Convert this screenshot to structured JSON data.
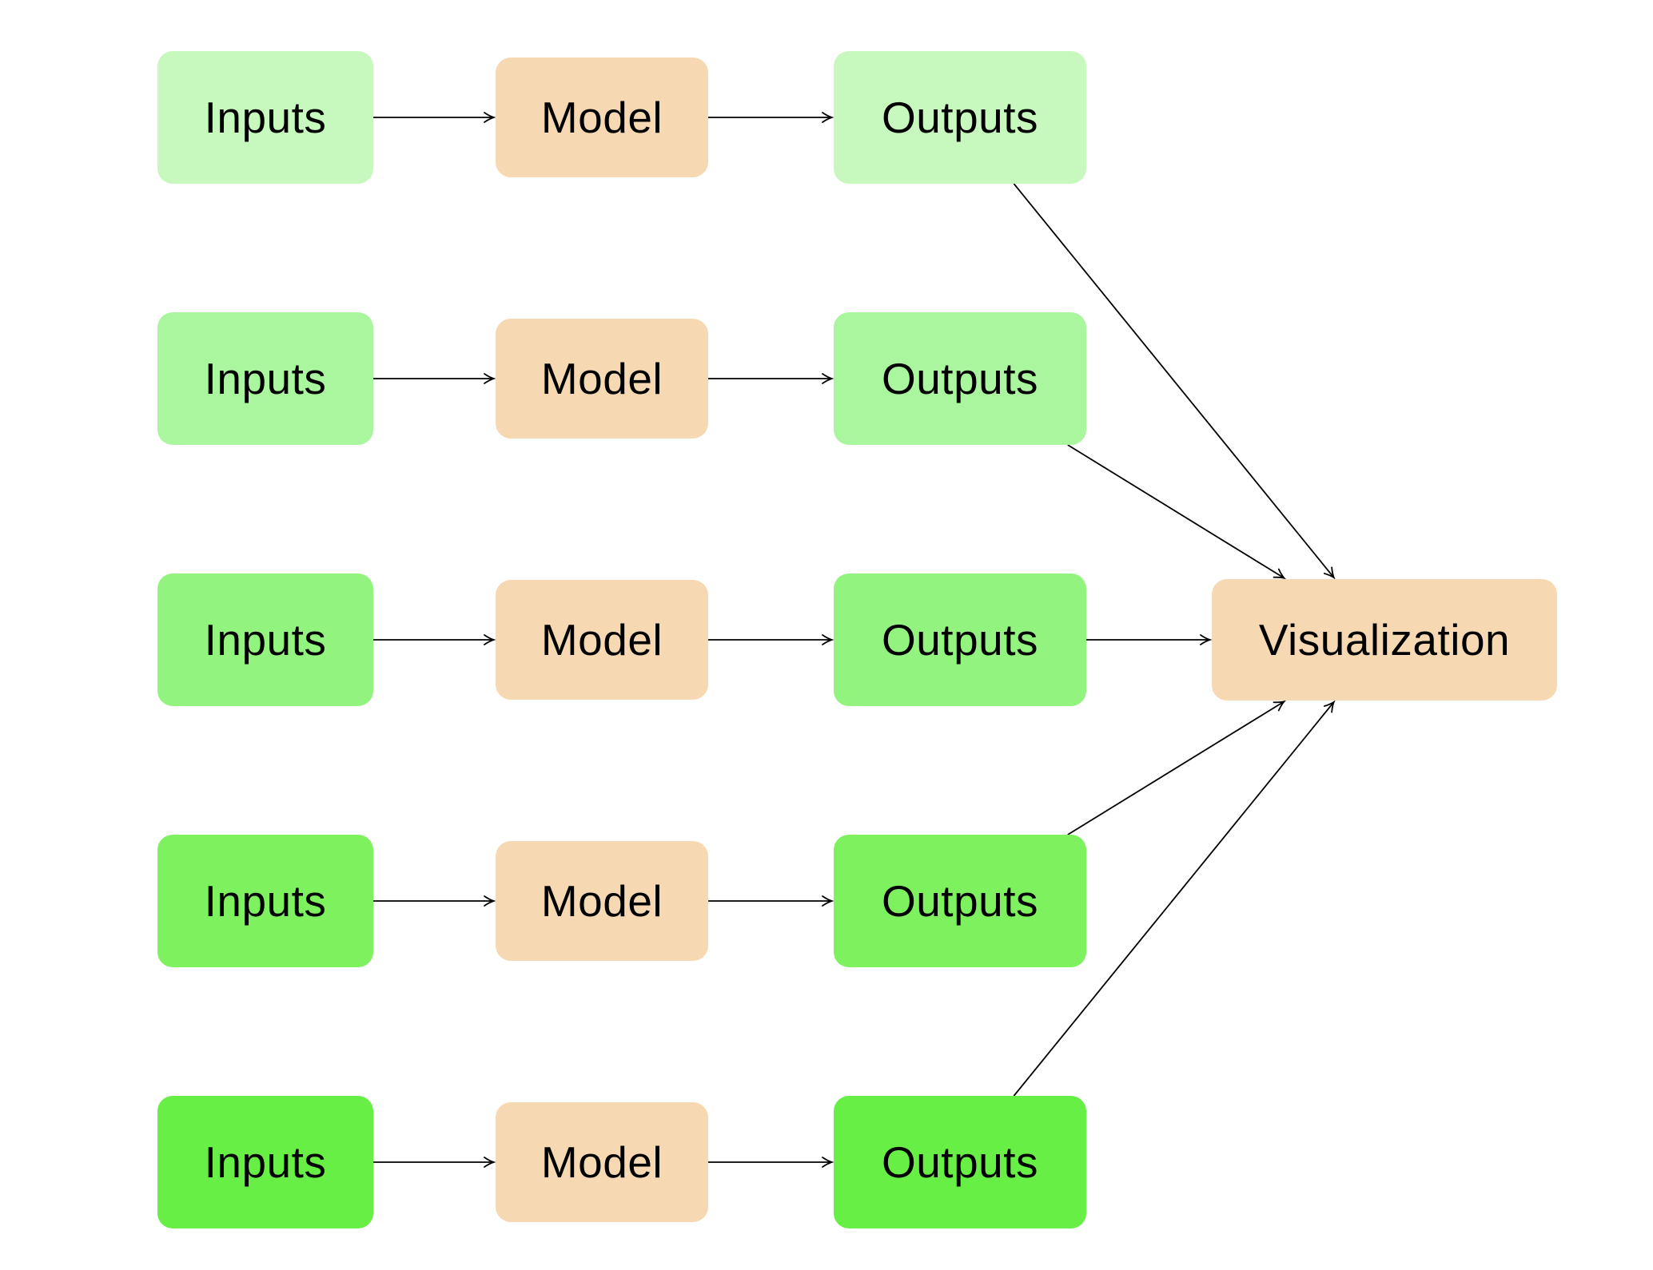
{
  "diagram": {
    "rows": [
      {
        "inputs_label": "Inputs",
        "model_label": "Model",
        "outputs_label": "Outputs",
        "fill": "#c7f8bd"
      },
      {
        "inputs_label": "Inputs",
        "model_label": "Model",
        "outputs_label": "Outputs",
        "fill": "#aaf69e"
      },
      {
        "inputs_label": "Inputs",
        "model_label": "Model",
        "outputs_label": "Outputs",
        "fill": "#93f37f"
      },
      {
        "inputs_label": "Inputs",
        "model_label": "Model",
        "outputs_label": "Outputs",
        "fill": "#7df25e"
      },
      {
        "inputs_label": "Inputs",
        "model_label": "Model",
        "outputs_label": "Outputs",
        "fill": "#68ef45"
      }
    ],
    "visualization": {
      "label": "Visualization",
      "fill": "#f6d9b3"
    },
    "colors": {
      "model_fill": "#f6d9b3",
      "arrow": "#000000",
      "text": "#000000",
      "background": "#ffffff"
    }
  }
}
